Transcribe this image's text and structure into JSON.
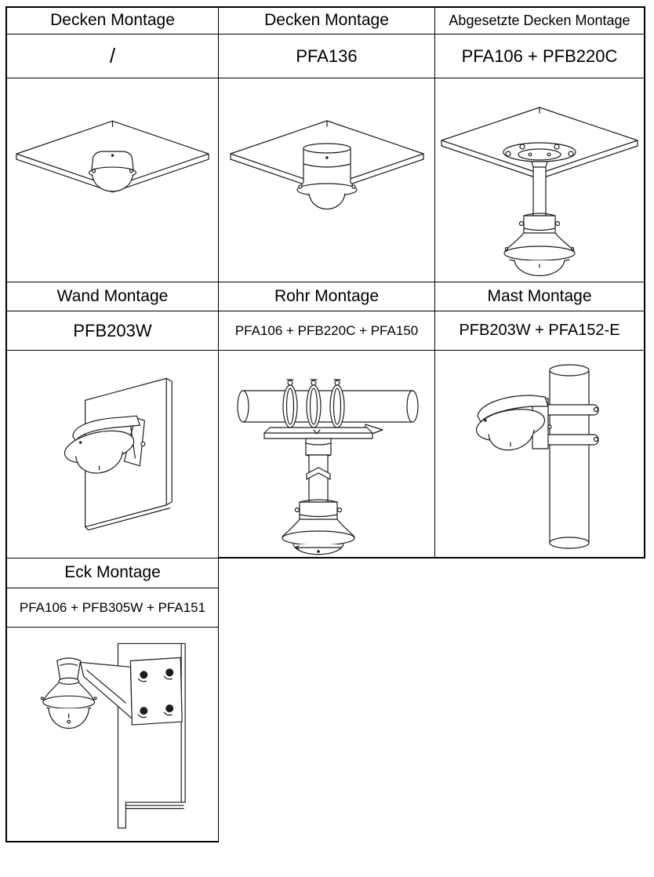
{
  "page": {
    "background": "#ffffff",
    "border_color": "#000000",
    "text_color": "#000000",
    "line_art_color": "#1c1c1c"
  },
  "table": {
    "cells": [
      {
        "title": "Decken Montage",
        "parts": "/",
        "illustration": "dome-camera-direct-ceiling-mount"
      },
      {
        "title": "Decken Montage",
        "parts": "PFA136",
        "illustration": "dome-camera-ceiling-mount-with-junction-box"
      },
      {
        "title": "Abgesetzte Decken Montage",
        "parts": "PFA106 + PFB220C",
        "illustration": "dome-camera-pendant-ceiling-mount"
      },
      {
        "title": "Wand Montage",
        "parts": "PFB203W",
        "illustration": "dome-camera-wall-bracket-mount"
      },
      {
        "title": "Rohr Montage",
        "parts": "PFA106 + PFB220C + PFA150",
        "illustration": "dome-camera-horizontal-pipe-mount"
      },
      {
        "title": "Mast Montage",
        "parts": "PFB203W + PFA152-E",
        "illustration": "dome-camera-pole-strap-mount"
      },
      {
        "title": "Eck Montage",
        "parts": "PFA106 + PFB305W + PFA151",
        "illustration": "dome-camera-corner-bracket-mount"
      }
    ]
  }
}
